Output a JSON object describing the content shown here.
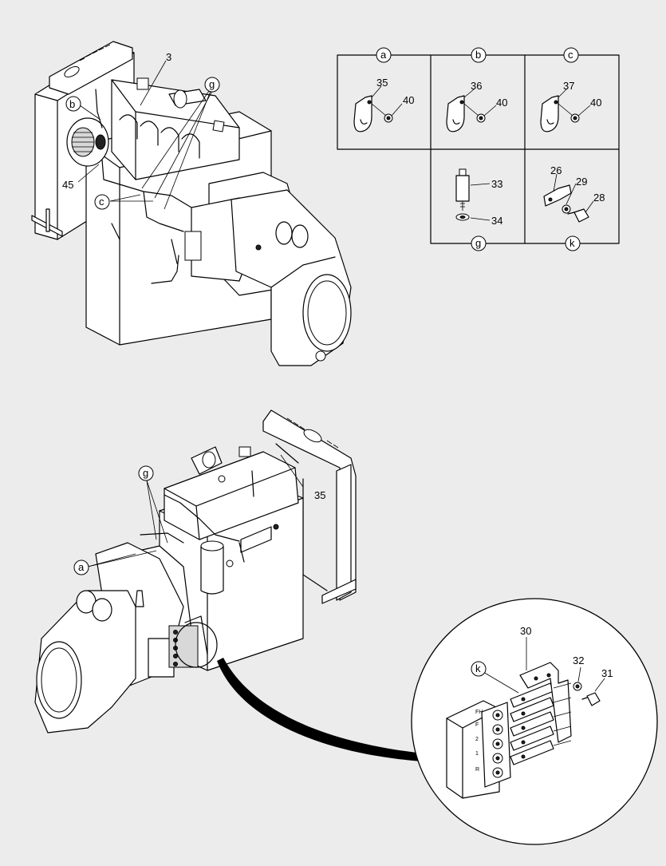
{
  "callouts": {
    "top": {
      "n3": "3",
      "ng": "g",
      "nb": "b",
      "n45": "45",
      "nc": "c"
    },
    "table": {
      "a": "a",
      "b": "b",
      "c": "c",
      "g": "g",
      "k": "k",
      "a35": "35",
      "a40": "40",
      "b36": "36",
      "b40": "40",
      "c37": "37",
      "c40": "40",
      "g33": "33",
      "g34": "34",
      "k26": "26",
      "k29": "29",
      "k28": "28"
    },
    "bottom": {
      "ng": "g",
      "n35": "35",
      "na": "a"
    },
    "detail": {
      "n30": "30",
      "nk": "k",
      "n32": "32",
      "n31": "31"
    }
  },
  "terminal_labels": [
    "FH",
    "F",
    "2",
    "1",
    "R"
  ]
}
